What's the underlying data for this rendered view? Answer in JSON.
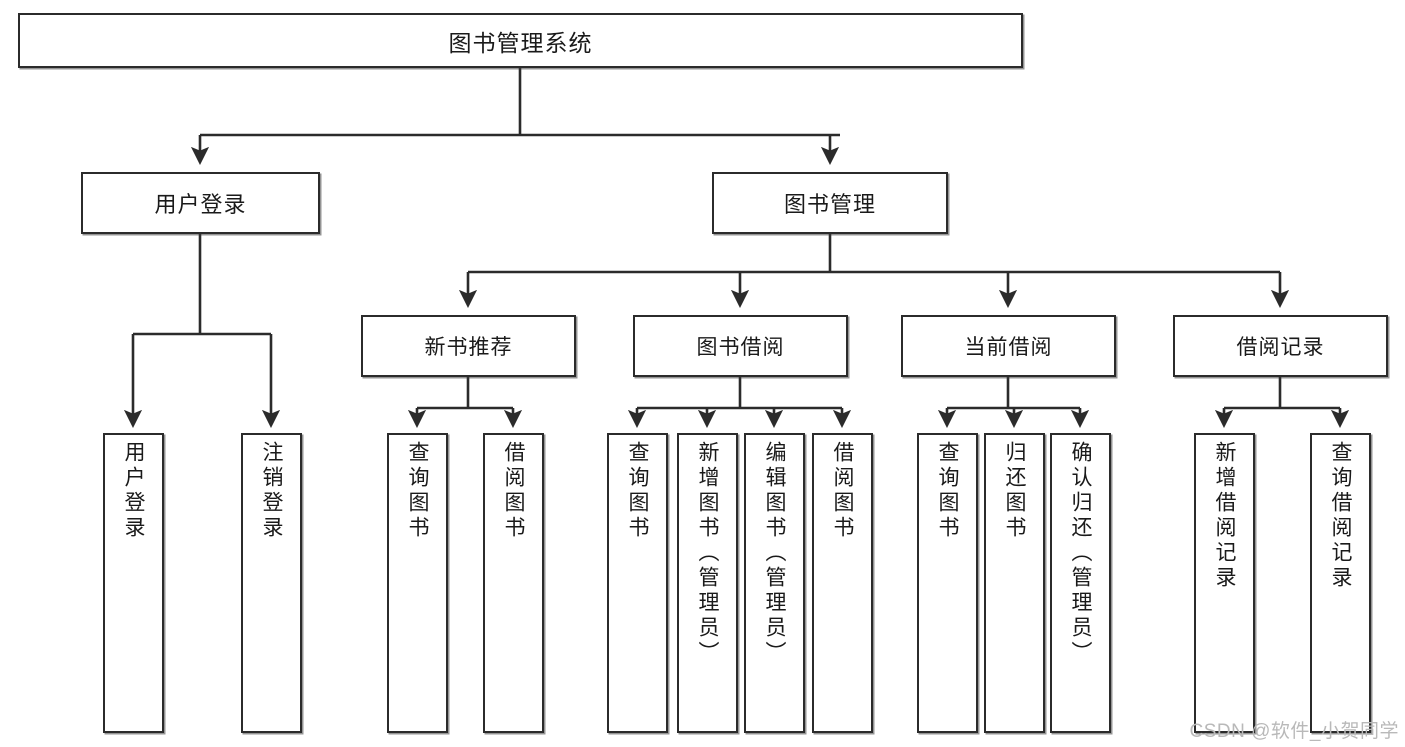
{
  "diagram": {
    "type": "tree-hierarchy",
    "title": "图书管理系统",
    "watermark": "CSDN @软件_小贺同学",
    "colors": {
      "stroke": "#2b2b2b",
      "fill": "#ffffff",
      "text": "#1a1a1a",
      "watermark": "#b9b9b9"
    }
  },
  "nodes": {
    "root": {
      "label": "图书管理系统"
    },
    "level2": [
      {
        "id": "user-login",
        "label": "用户登录"
      },
      {
        "id": "book-manage",
        "label": "图书管理"
      }
    ],
    "level3": [
      {
        "id": "new-book-recommend",
        "label": "新书推荐"
      },
      {
        "id": "book-borrow",
        "label": "图书借阅"
      },
      {
        "id": "current-borrow",
        "label": "当前借阅"
      },
      {
        "id": "borrow-record",
        "label": "借阅记录"
      }
    ],
    "leaves": [
      {
        "id": "leaf-user-login",
        "parent": "user-login",
        "label": "用户登录"
      },
      {
        "id": "leaf-logout",
        "parent": "user-login",
        "label": "注销登录"
      },
      {
        "id": "leaf-query-book-1",
        "parent": "new-book-recommend",
        "label": "查询图书"
      },
      {
        "id": "leaf-borrow-book-1",
        "parent": "new-book-recommend",
        "label": "借阅图书"
      },
      {
        "id": "leaf-query-book-2",
        "parent": "book-borrow",
        "label": "查询图书"
      },
      {
        "id": "leaf-add-book",
        "parent": "book-borrow",
        "label": "新增图书（管理员）"
      },
      {
        "id": "leaf-edit-book",
        "parent": "book-borrow",
        "label": "编辑图书（管理员）"
      },
      {
        "id": "leaf-borrow-book-2",
        "parent": "book-borrow",
        "label": "借阅图书"
      },
      {
        "id": "leaf-query-book-3",
        "parent": "current-borrow",
        "label": "查询图书"
      },
      {
        "id": "leaf-return-book",
        "parent": "current-borrow",
        "label": "归还图书"
      },
      {
        "id": "leaf-confirm-return",
        "parent": "current-borrow",
        "label": "确认归还（管理员）"
      },
      {
        "id": "leaf-add-record",
        "parent": "borrow-record",
        "label": "新增借阅记录"
      },
      {
        "id": "leaf-query-record",
        "parent": "borrow-record",
        "label": "查询借阅记录"
      }
    ]
  }
}
